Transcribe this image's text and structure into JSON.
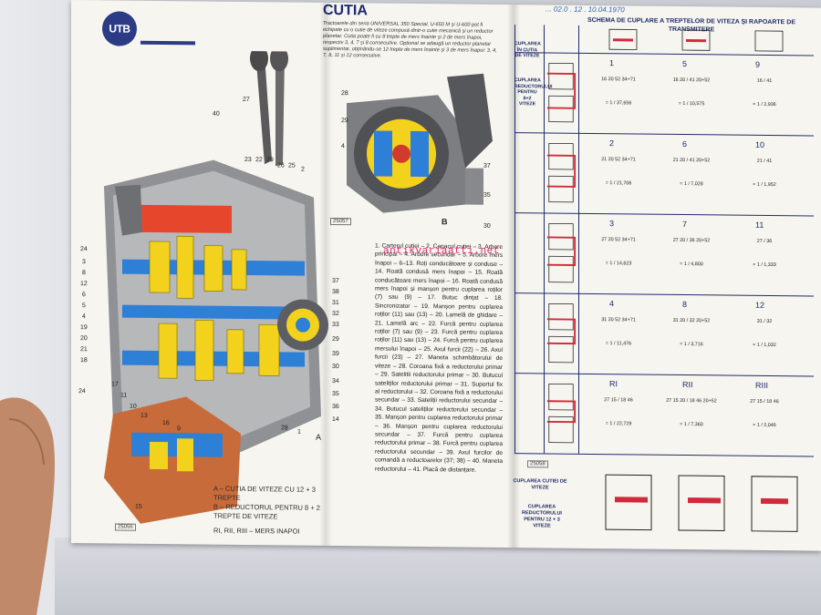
{
  "left_panel": {
    "logo": "UTB",
    "callouts_top": [
      "40",
      "27",
      "23",
      "22",
      "29",
      "26",
      "25",
      "2"
    ],
    "callouts_left": [
      "24",
      "3",
      "8",
      "12",
      "6",
      "5",
      "4",
      "19",
      "20",
      "21",
      "18",
      "17",
      "11",
      "10",
      "13",
      "16",
      "9",
      "24",
      "15"
    ],
    "callouts_right": [
      "37",
      "38",
      "31",
      "32",
      "33",
      "29",
      "39",
      "30",
      "34",
      "35",
      "36",
      "14",
      "28",
      "1"
    ],
    "label_A": "A",
    "caption_a": "A – CUTIA DE VITEZE CU 12 + 3 TREPTE",
    "caption_b": "B – REDUCTORUL PENTRU 8 + 2 TREPTE DE VITEZE",
    "reverse": "RI, RII, RIII – MERS INAPOI",
    "figure_code": "25056"
  },
  "middle_panel": {
    "title": "CUTIA",
    "intro": "Tractoarele din seria UNIVERSAL 350 Special, U-650 M și U-600 pot fi echipate cu o cutie de viteze compusă dintr-o cutie mecanică și un reductor planetar. Cutia poate fi cu 8 trepte de mers înainte și 2 de mers înapoi, respectiv 3, 4, 7 și 8 consecutive. Opțional se adaugă un reductor planetar suplimentar, obținându-se 12 trepte de mers înainte și 3 de mers înapoi: 3, 4, 7, 8, 11 și 12 consecutive.",
    "inset_callouts": [
      "28",
      "29",
      "4",
      "37",
      "35",
      "30"
    ],
    "inset_label": "B",
    "inset_code": "25057",
    "parts": "1. Carterul cutiei – 2. Capacul cutiei – 3. Arbore principal – 4. Arbore secundar – 5. Arbore mers înapoi – 6–13. Roți conducătoare și conduse – 14. Roată condusă mers înapoi – 15. Roată conducătoare mers înapoi – 16. Roată condusă mers înapoi și manșon pentru cuplarea roților (7) sau (9) – 17. Butuc dințat – 18. Sincronizator – 19. Manșon pentru cuplarea roților (11) sau (13) – 20. Lamelă de ghidare – 21. Lamelă arc – 22. Furcă pentru cuplarea roților (7) sau (9) – 23. Furcă pentru cuplarea roților (11) sau (13) – 24. Furcă pentru cuplarea mersului înapoi – 25. Axul furcii (22) – 26. Axul furcii (23) – 27. Maneta schimbătorului de viteze – 28. Coroana fixă a reductorului primar – 29. Satelitii reductorului primar – 30. Butucul sateliților reductorului primar – 31. Suportul fix al reductorului – 32. Coroana fixă a reductorului secundar – 33. Sateliții reductorului secundar – 34. Butucul sateliților reductorului secundar – 35. Manșon pentru cuplarea reductorului primar – 36. Manșon pentru cuplarea reductorului secundar – 37. Furcă pentru cuplarea reductorului primar – 38. Furcă pentru cuplarea reductorului secundar – 39. Axul furcilor de comandă a reductoarelor (37; 38) – 40. Maneta reductorului – 41. Placă de distanțare."
  },
  "right_panel": {
    "handwritten": "... 02.0 . 12 . 10.04.1970",
    "heading": "SCHEMA DE CUPLARE A TREPTELOR DE VITEZA ȘI RAPOARTE DE TRANSMITERE",
    "col1_label": "CUPLAREA ÎN CUTIA DE VITEZE",
    "col2_label": "CUPLAREA REDUCTORULUI PENTRU 8+2 VITEZE",
    "rows": [
      {
        "s1": "1",
        "s2": "5",
        "s3": "9",
        "f1": "16  20  52  34+71",
        "r1": "1 / 37,656",
        "f2": "16  20 / 41  20+52",
        "r2": "1 / 10,575",
        "f3": "16 / 41",
        "r3": "1 / 2,936"
      },
      {
        "s1": "2",
        "s2": "6",
        "s3": "10",
        "f1": "21  20  52  34+71",
        "r1": "1 / 21,706",
        "f2": "21  20 / 41  20+52",
        "r2": "1 / 7,028",
        "f3": "21 / 41",
        "r3": "1 / 1,952"
      },
      {
        "s1": "3",
        "s2": "7",
        "s3": "11",
        "f1": "27  20  52  34+71",
        "r1": "1 / 14,623",
        "f2": "27  20 / 36  20+52",
        "r2": "1 / 4,800",
        "f3": "27 / 36",
        "r3": "1 / 1,333"
      },
      {
        "s1": "4",
        "s2": "8",
        "s3": "12",
        "f1": "31  20  52  34+71",
        "r1": "1 / 11,476",
        "f2": "31  20 / 32  20+52",
        "r2": "1 / 3,716",
        "f3": "31 / 32",
        "r3": "1 / 1,032"
      },
      {
        "s1": "RI",
        "s2": "RII",
        "s3": "RIII",
        "f1": "27  15 / 18  46",
        "r1": "1 / 22,729",
        "f2": "27  15  20 / 18  46  20+52",
        "r2": "1 / 7,360",
        "f3": "27  15 / 18  46",
        "r3": "1 / 2,046"
      }
    ],
    "row_codes": [
      "",
      "",
      "",
      "",
      ""
    ],
    "scheme_code": "25058",
    "bottom_label_1": "CUPLAREA CUTIEI DE VITEZE",
    "bottom_label_2": "CUPLAREA REDUCTORULUI PENTRU 12 + 3 VITEZE"
  },
  "watermark": "antikvariaatti.net",
  "colors": {
    "accent_blue": "#1f2b6b",
    "highlight_red": "#d22a3c",
    "gear_blue": "#2e7fd6",
    "gear_yellow": "#f2d21c"
  }
}
